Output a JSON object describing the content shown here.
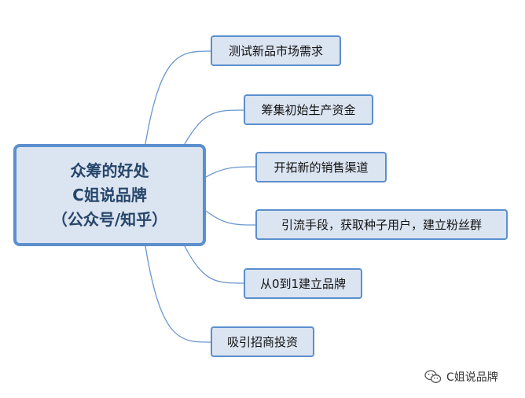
{
  "central": {
    "line1": "众筹的好处",
    "line2": "C姐说品牌",
    "line3": "（公众号/知乎）"
  },
  "branches": [
    "测试新品市场需求",
    "筹集初始生产资金",
    "开拓新的销售渠道",
    "引流手段，获取种子用户，建立粉丝群",
    "从0到1建立品牌",
    "吸引招商投资"
  ],
  "watermark": {
    "icon": "wechat-icon",
    "label": "C姐说品牌"
  },
  "colors": {
    "node_fill": "#dbe4f1",
    "node_border": "#5b8fcd",
    "connector": "#6a97cf",
    "central_text": "#26456b"
  }
}
